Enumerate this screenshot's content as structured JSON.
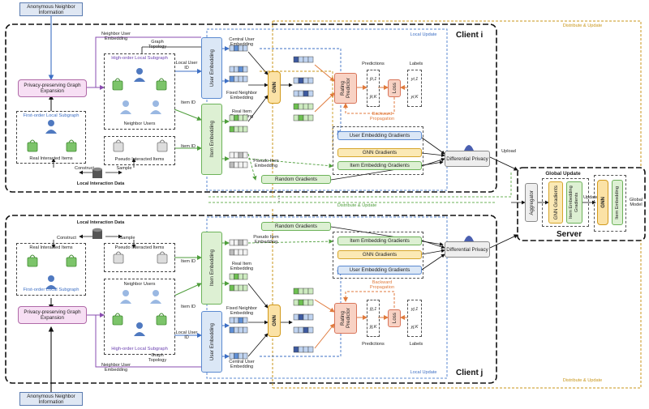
{
  "colors": {
    "blue": "#5b8ad0",
    "green": "#6db35a",
    "yellow": "#d6a62c",
    "orange": "#e07a3c",
    "purple": "#8a4db0",
    "gray": "#8a8a8a",
    "black": "#111111"
  },
  "top": {
    "anon": "Anonymous Neighbor Information",
    "neighbor_user_embedding": "Neighbor User Embedding",
    "graph_topology": "Graph Topology",
    "local_user_id": "Local User ID",
    "privacy": "Privacy-preserving Graph Expansion",
    "high_order": "High-order Local Subgraph",
    "neighbor_users": "Neighbor Users",
    "item_id_a": "Item ID",
    "item_id_b": "Item ID",
    "first_order": "First-order Local Subgraph",
    "real_items": "Real Interacted Items",
    "pseudo_items": "Pseudo Interacted Items",
    "construct": "Construct",
    "sample": "Sample",
    "local_data": "Local Interaction Data",
    "user_embedding": "User Embedding",
    "item_embedding": "Item Embedding",
    "central_user": "Central User Embedding",
    "fixed_neighbor": "Fixed Neighbor Embedding",
    "real_item_emb": "Real Item Embedding",
    "pseudo_item_emb": "Pseudo Item Embedding",
    "gnn": "GNN",
    "rating": "Rating Predictor",
    "predictions": "Predictions",
    "labels": "Labels",
    "loss": "Loss",
    "backward": "Backward Propagation",
    "user_grad": "User Embedding Gradients",
    "gnn_grad": "GNN Gradients",
    "item_grad": "Item Embedding Gradients",
    "random_grad": "Random Gradients",
    "dp": "Differential Privacy",
    "local_update": "Local Update",
    "client": "Client i",
    "dots": "⋯",
    "y_hat_1": "ŷi,1",
    "y_hat_k": "ŷi,K",
    "y_1": "yi,1",
    "y_k": "yi,K"
  },
  "middle": {
    "upload": "Upload",
    "distribute_top": "Distribute & Update",
    "distribute_mid": "Distribute & Update",
    "distribute_bot": "Distribute & Update",
    "dots": "⋮"
  },
  "server": {
    "title": "Server",
    "global_update": "Global Update",
    "aggregator": "Aggregator",
    "gnn_grad": "GNN Gradients",
    "item_grad": "Item Embedding Gradients",
    "update": "Update",
    "gnn": "GNN",
    "item_emb": "Item Embedding",
    "global_model": "Global Model"
  },
  "bottom": {
    "anon": "Anonymous Neighbor Information",
    "neighbor_user_embedding": "Neighbor User Embedding",
    "graph_topology": "Graph Topology",
    "local_user_id": "Local User ID",
    "privacy": "Privacy-preserving Graph Expansion",
    "high_order": "High-order Local Subgraph",
    "neighbor_users": "Neighbor Users",
    "item_id_a": "Item ID",
    "item_id_b": "Item ID",
    "first_order": "First-order Local Subgraph",
    "real_items": "Real Interacted Items",
    "pseudo_items": "Pseudo Interacted Items",
    "construct": "Construct",
    "sample": "Sample",
    "local_data": "Local Interaction Data",
    "user_embedding": "User Embedding",
    "item_embedding": "Item Embedding",
    "central_user": "Central User Embedding",
    "fixed_neighbor": "Fixed Neighbor Embedding",
    "real_item_emb": "Real Item Embedding",
    "pseudo_item_emb": "Pseudo Item Embedding",
    "gnn": "GNN",
    "rating": "Rating Predictor",
    "predictions": "Predictions",
    "labels": "Labels",
    "loss": "Loss",
    "backward": "Backward Propagation",
    "user_grad": "User Embedding Gradients",
    "gnn_grad": "GNN Gradients",
    "item_grad": "Item Embedding Gradients",
    "random_grad": "Random Gradients",
    "dp": "Differential Privacy",
    "local_update": "Local Update",
    "client": "Client j",
    "dots": "⋯",
    "y_hat_1": "ŷj,1",
    "y_hat_k": "ŷj,K",
    "y_1": "yj,1",
    "y_k": "yj,K"
  }
}
